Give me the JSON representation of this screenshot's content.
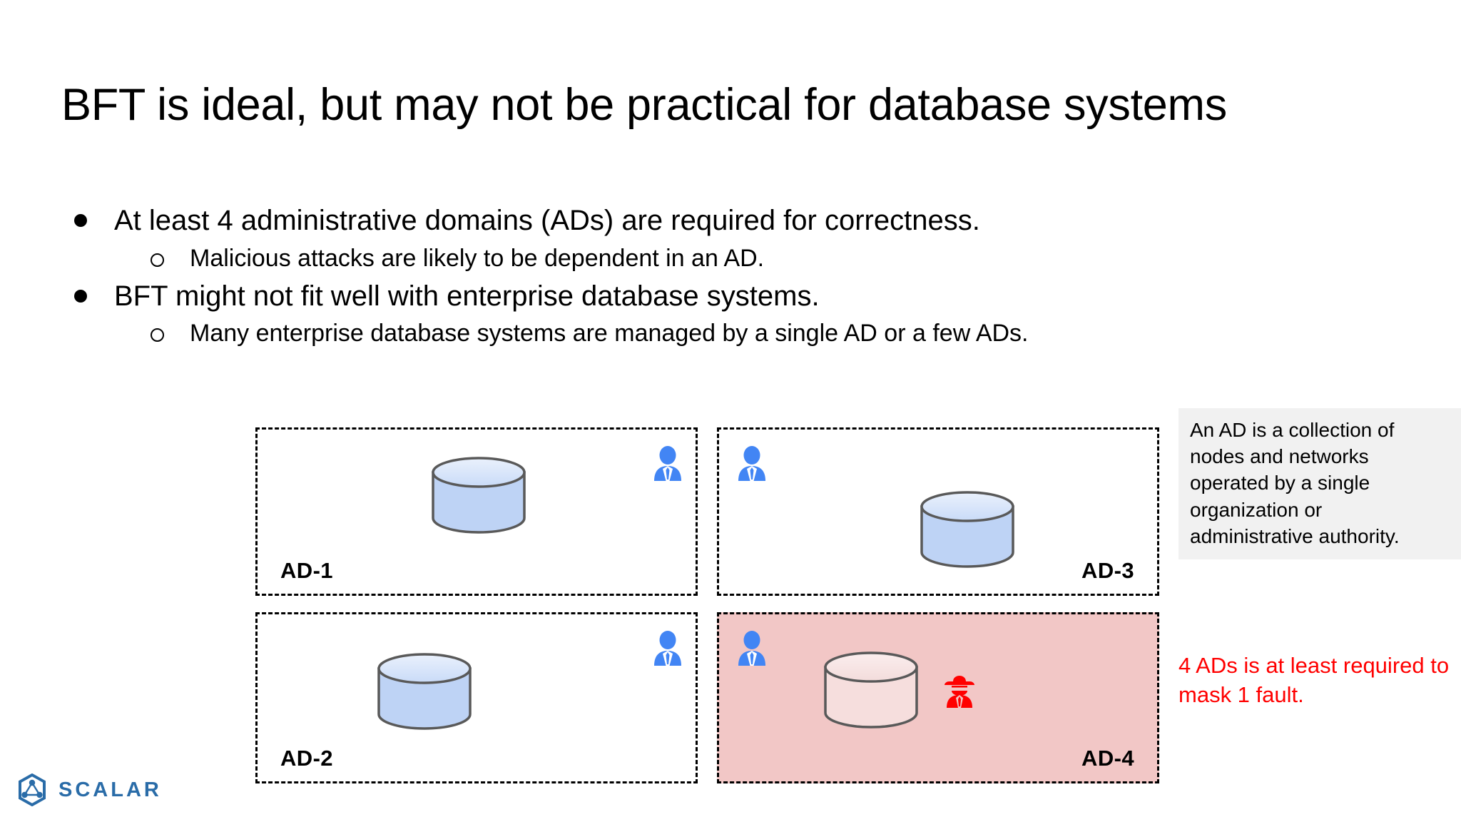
{
  "slide": {
    "title": "BFT is ideal, but may not be practical for database systems",
    "background_color": "#ffffff"
  },
  "bullets": [
    {
      "level": 1,
      "marker": "disc",
      "text": "At least 4 administrative domains (ADs) are required for correctness."
    },
    {
      "level": 2,
      "marker": "circle",
      "text": "Malicious attacks are likely to be dependent in an AD."
    },
    {
      "level": 1,
      "marker": "disc",
      "text": "BFT might not fit well with enterprise database systems."
    },
    {
      "level": 2,
      "marker": "circle",
      "text": "Many enterprise database systems are managed by a single AD or a few ADs."
    }
  ],
  "diagram": {
    "domains": [
      {
        "label": "AD-1",
        "label_side": "left",
        "compromised": false,
        "person_position": "top-right",
        "database_fill": "#bed3f5",
        "has_attacker": false
      },
      {
        "label": "AD-3",
        "label_side": "right",
        "compromised": false,
        "person_position": "top-left",
        "database_fill": "#bed3f5",
        "has_attacker": false
      },
      {
        "label": "AD-2",
        "label_side": "left",
        "compromised": false,
        "person_position": "top-right",
        "database_fill": "#bed3f5",
        "has_attacker": false
      },
      {
        "label": "AD-4",
        "label_side": "right",
        "compromised": true,
        "person_position": "top-left",
        "database_fill": "#f6dedd",
        "has_attacker": true
      }
    ],
    "colors": {
      "compromised_background": "#f2c7c6",
      "database_stroke": "#595959",
      "person_icon": "#4285f4",
      "attacker_icon": "#ff0000",
      "box_border": "#000000"
    }
  },
  "notes": {
    "definition": "An AD is a collection of nodes and networks operated by a single organization or administrative authority.",
    "definition_background": "#f1f1f1",
    "warning": "4 ADs is at least required to mask 1 fault.",
    "warning_color": "#ff0000"
  },
  "logo": {
    "wordmark": "SCALAR",
    "color": "#2a6ca8"
  }
}
